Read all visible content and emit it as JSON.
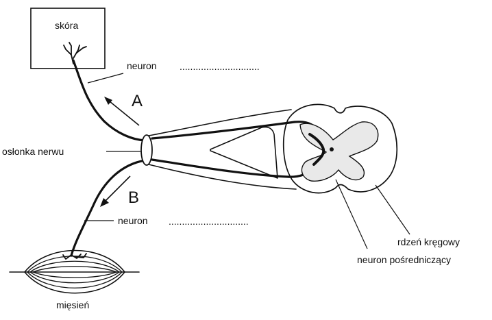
{
  "labels": {
    "skin": "skóra",
    "sensory_neuron": "neuron",
    "sensory_blank": "..............................",
    "arrow_a": "A",
    "nerve_sheath": "osłonka nerwu",
    "arrow_b": "B",
    "motor_neuron": "neuron",
    "motor_blank": "..............................",
    "spinal_cord": "rdzeń kręgowy",
    "interneuron": "neuron pośredniczący",
    "muscle": "mięsień"
  }
}
